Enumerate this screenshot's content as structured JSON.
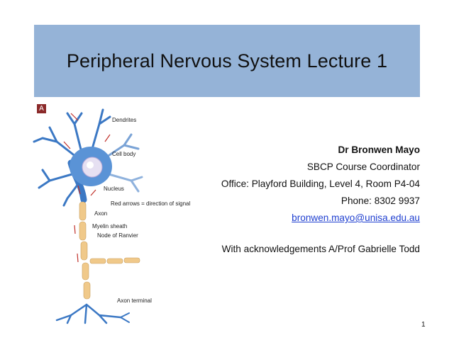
{
  "slide": {
    "title": "Peripheral Nervous System Lecture 1",
    "page_number": "1"
  },
  "presenter": {
    "name": "Dr Bronwen Mayo",
    "role": "SBCP Course Coordinator",
    "office": "Office: Playford Building, Level 4, Room P4-04",
    "phone": "Phone: 8302 9937",
    "email": "bronwen.mayo@unisa.edu.au",
    "acknowledgements": "With acknowledgements A/Prof Gabrielle Todd"
  },
  "figure": {
    "panel_label": "A",
    "labels": {
      "dendrites": "Dendrites",
      "cell_body": "Cell body",
      "nucleus": "Nucleus",
      "legend": "Red arrows = direction of signal",
      "axon": "Axon",
      "myelin": "Myelin sheath",
      "node": "Node of Ranvier",
      "terminal": "Axon terminal"
    }
  },
  "colors": {
    "title_band": "#95b3d7",
    "link": "#1f3fd0",
    "neuron": "#3b78c4",
    "myelin": "#f0c98a",
    "arrow": "#c0302a"
  }
}
